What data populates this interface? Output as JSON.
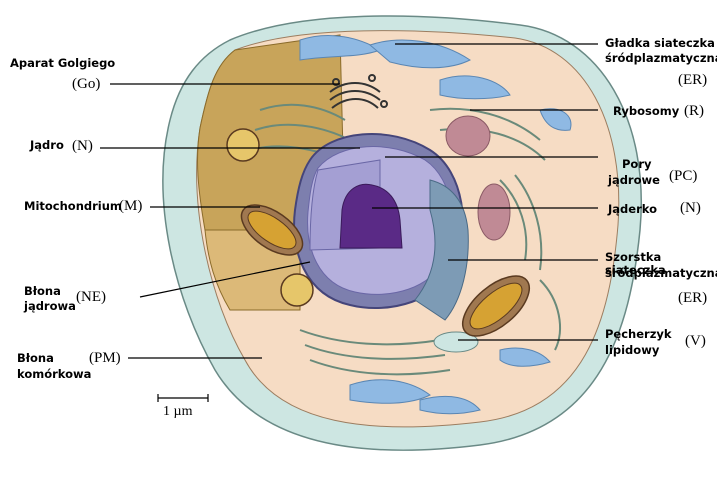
{
  "labels": {
    "golgi": {
      "name": "Aparat Golgiego",
      "abbr": "(Go)"
    },
    "nucleus": {
      "name": "Jądro",
      "abbr": "(N)"
    },
    "mitochondrion": {
      "name": "Mitochondrium",
      "abbr": "(M)"
    },
    "nuclear_envelope": {
      "line1": "Błona",
      "line2": "jądrowa",
      "abbr": "(NE)"
    },
    "plasma_membrane": {
      "line1": "Błona",
      "line2": "komórkowa",
      "abbr": "(PM)"
    },
    "smooth_er": {
      "line1": "Gładka siateczka",
      "line2": "śródplazmatyczna",
      "abbr": "(ER)"
    },
    "ribosomes": {
      "name": "Rybosomy",
      "abbr": "(R)"
    },
    "nuclear_pores": {
      "line1": "Pory",
      "line2": "jądrowe",
      "abbr": "(PC)"
    },
    "nucleolus": {
      "name": "Jąderko",
      "abbr": "(N)"
    },
    "rough_er": {
      "line1": "Szorstka siateczka",
      "line2": "śródplazmatyczna",
      "abbr": "(ER)"
    },
    "lipid_droplet": {
      "line1": "Pęcherzyk",
      "line2": "lipidowy",
      "abbr": "(V)"
    }
  },
  "scale_bar": {
    "label": "1 µm"
  },
  "colors": {
    "cell_wall": "#cde6e2",
    "cytoplasm": "#f6dcc4",
    "golgi_region": "#c8a45a",
    "nucleus": "#9a93c6",
    "nucleolus": "#5a2a86",
    "rough_er": "#7d9bb5",
    "smooth_er": "#8fb9e3",
    "vacuole": "#c08a95",
    "mitochondrion": "#d6a233"
  }
}
